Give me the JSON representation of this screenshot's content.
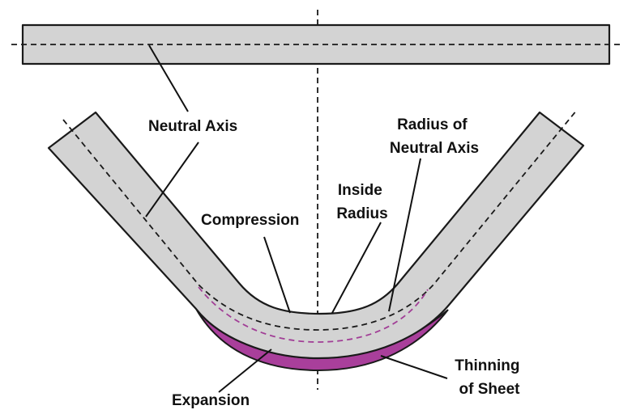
{
  "labels": {
    "neutral_axis": "Neutral Axis",
    "radius_of_neutral_axis": [
      "Radius of",
      "Neutral Axis"
    ],
    "inside_radius": [
      "Inside",
      "Radius"
    ],
    "compression": "Compression",
    "thinning_of_sheet": [
      "Thinning",
      "of Sheet"
    ],
    "expansion": "Expansion"
  },
  "colors": {
    "sheet_fill": "#d3d3d3",
    "outline": "#1a1a1a",
    "thinning_fill": "#a93f9b",
    "inner_axis_dash": "#a13e96"
  }
}
